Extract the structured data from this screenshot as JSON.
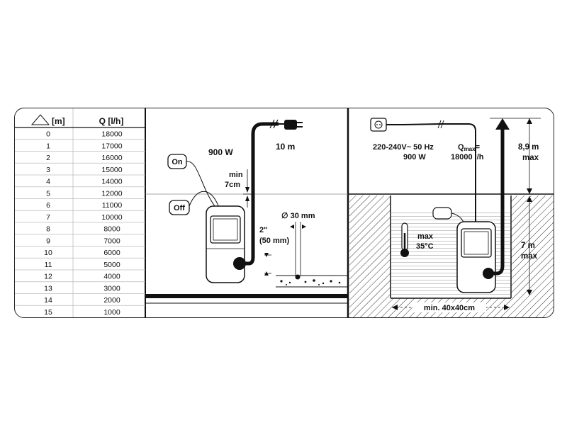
{
  "table": {
    "header_head": "[m]",
    "header_flow": "Q [l/h]",
    "rows": [
      {
        "head": "0",
        "flow": "18000"
      },
      {
        "head": "1",
        "flow": "17000"
      },
      {
        "head": "2",
        "flow": "16000"
      },
      {
        "head": "3",
        "flow": "15000"
      },
      {
        "head": "4",
        "flow": "14000"
      },
      {
        "head": "5",
        "flow": "12000"
      },
      {
        "head": "6",
        "flow": "11000"
      },
      {
        "head": "7",
        "flow": "10000"
      },
      {
        "head": "8",
        "flow": "8000"
      },
      {
        "head": "9",
        "flow": "7000"
      },
      {
        "head": "10",
        "flow": "6000"
      },
      {
        "head": "11",
        "flow": "5000"
      },
      {
        "head": "12",
        "flow": "4000"
      },
      {
        "head": "13",
        "flow": "3000"
      },
      {
        "head": "14",
        "flow": "2000"
      },
      {
        "head": "15",
        "flow": "1000"
      }
    ]
  },
  "middle": {
    "on_label": "On",
    "off_label": "Off",
    "power": "900 W",
    "cable_length": "10 m",
    "min_line1": "min",
    "min_line2": "7cm",
    "diameter": "∅ 30 mm",
    "hose_line1": "2\"",
    "hose_line2": "(50 mm)"
  },
  "right": {
    "voltage": "220-240V~ 50 Hz",
    "power": "900 W",
    "qmax_prefix": "Q",
    "qmax_sub": "max",
    "qmax_eq": "=",
    "qmax_value": "18000 l/h",
    "height_line1": "8,9 m",
    "height_line2": "max",
    "depth_line1": "7 m",
    "depth_line2": "max",
    "temp_line1": "max",
    "temp_line2": "35°C",
    "pit_size": "min. 40x40cm"
  }
}
